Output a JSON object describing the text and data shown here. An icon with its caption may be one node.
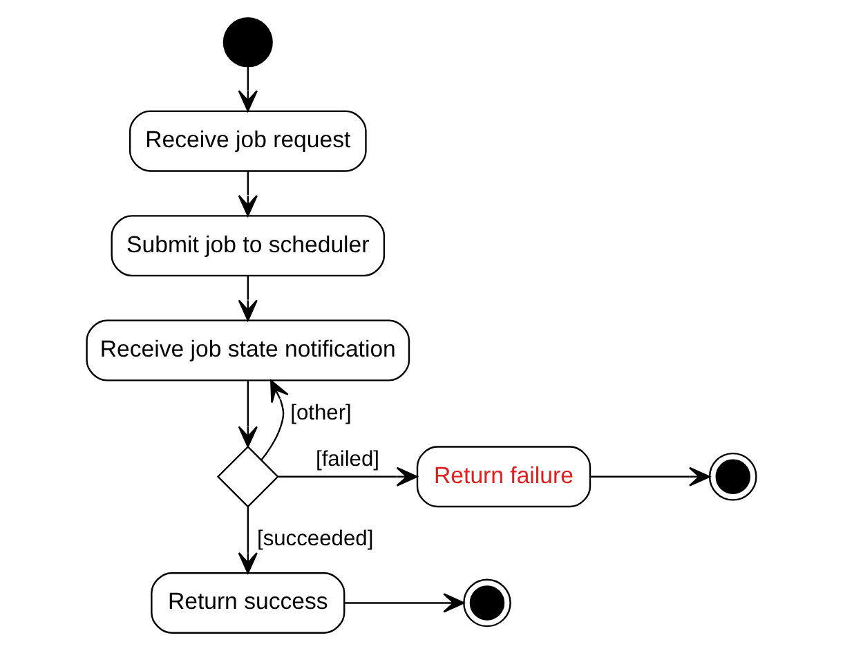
{
  "diagram": {
    "nodes": [
      {
        "text": [],
        "shape": "circle"
      },
      {
        "text": [
          "Receive job request"
        ]
      },
      {
        "text": [
          "Submit job to scheduler"
        ]
      },
      {
        "text": [
          "Receive job state notification"
        ]
      },
      {
        "text": [],
        "shape": "diamond"
      },
      {
        "text": [
          "Return failure"
        ]
      },
      {
        "text": [],
        "shape": "bullseye"
      },
      {
        "text": [
          "Return success"
        ]
      },
      {
        "text": [],
        "shape": "bullseye"
      }
    ],
    "edges": [
      {
        "from": 0,
        "to": 1,
        "arrow": "to"
      },
      {
        "from": 1,
        "to": 2,
        "arrow": "to"
      },
      {
        "from": 2,
        "to": 3,
        "arrow": "to"
      },
      {
        "from": 3,
        "to": 4,
        "arrow": "to"
      },
      {
        "from": 4,
        "to": 3,
        "arrow": "to",
        "label": "[other]"
      },
      {
        "from": 4,
        "to": 5,
        "arrow": "to",
        "label": "[failed]"
      },
      {
        "from": 5,
        "to": 6,
        "arrow": "to"
      },
      {
        "from": 4,
        "to": 7,
        "arrow": "to",
        "label": "[succeeded]"
      },
      {
        "from": 7,
        "to": 8,
        "arrow": "to"
      }
    ]
  }
}
